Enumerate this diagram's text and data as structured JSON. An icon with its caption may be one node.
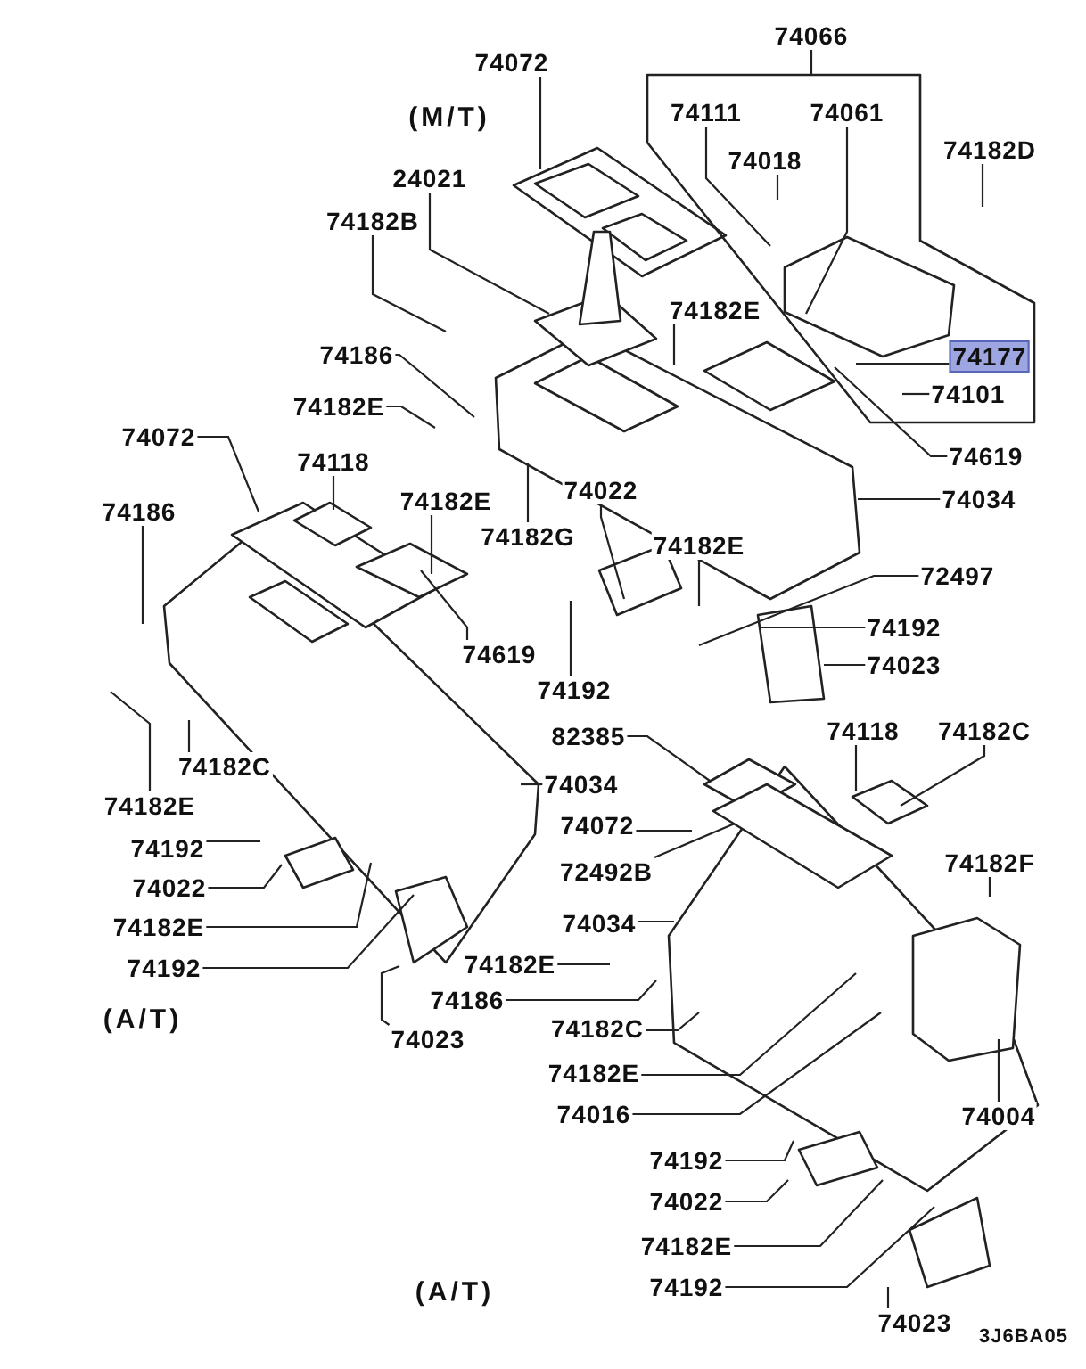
{
  "diagram": {
    "nodes": [
      {
        "text": [
          "74066"
        ]
      },
      {
        "text": [
          "74072"
        ]
      },
      {
        "text": [
          "74111"
        ]
      },
      {
        "text": [
          "74061"
        ]
      },
      {
        "text": [
          "74018"
        ]
      },
      {
        "text": [
          "74182D"
        ]
      },
      {
        "text": [
          "24021"
        ]
      },
      {
        "text": [
          "74182B"
        ]
      },
      {
        "text": [
          "74182E"
        ]
      },
      {
        "text": [
          "74186"
        ]
      },
      {
        "text": [
          "74177"
        ]
      },
      {
        "text": [
          "74182E"
        ]
      },
      {
        "text": [
          "74101"
        ]
      },
      {
        "text": [
          "74619"
        ]
      },
      {
        "text": [
          "74072"
        ]
      },
      {
        "text": [
          "74118"
        ]
      },
      {
        "text": [
          "74182E"
        ]
      },
      {
        "text": [
          "74022"
        ]
      },
      {
        "text": [
          "74034"
        ]
      },
      {
        "text": [
          "74186"
        ]
      },
      {
        "text": [
          "74182G"
        ]
      },
      {
        "text": [
          "74182E"
        ]
      },
      {
        "text": [
          "72497"
        ]
      },
      {
        "text": [
          "74619"
        ]
      },
      {
        "text": [
          "74192"
        ]
      },
      {
        "text": [
          "74192"
        ]
      },
      {
        "text": [
          "74023"
        ]
      },
      {
        "text": [
          "74182C"
        ]
      },
      {
        "text": [
          "82385"
        ]
      },
      {
        "text": [
          "74118"
        ]
      },
      {
        "text": [
          "74182C"
        ]
      },
      {
        "text": [
          "74182E"
        ]
      },
      {
        "text": [
          "74034"
        ]
      },
      {
        "text": [
          "74192"
        ]
      },
      {
        "text": [
          "74072"
        ]
      },
      {
        "text": [
          "74182F"
        ]
      },
      {
        "text": [
          "74022"
        ]
      },
      {
        "text": [
          "72492B"
        ]
      },
      {
        "text": [
          "74182E"
        ]
      },
      {
        "text": [
          "74034"
        ]
      },
      {
        "text": [
          "74192"
        ]
      },
      {
        "text": [
          "74182E"
        ]
      },
      {
        "text": [
          "74186"
        ]
      },
      {
        "text": [
          "74182C"
        ]
      },
      {
        "text": [
          "74023"
        ]
      },
      {
        "text": [
          "74182E"
        ]
      },
      {
        "text": [
          "74016"
        ]
      },
      {
        "text": [
          "74004"
        ]
      },
      {
        "text": [
          "74192"
        ]
      },
      {
        "text": [
          "74022"
        ]
      },
      {
        "text": [
          "74182E"
        ]
      },
      {
        "text": [
          "74192"
        ]
      },
      {
        "text": [
          "74023"
        ]
      }
    ],
    "edges": [
      {
        "from": 0,
        "to": null,
        "arrow": "none"
      },
      {
        "from": 1,
        "to": null,
        "arrow": "none"
      },
      {
        "from": 2,
        "to": null,
        "arrow": "none"
      },
      {
        "from": 3,
        "to": null,
        "arrow": "none"
      },
      {
        "from": 4,
        "to": null,
        "arrow": "none"
      },
      {
        "from": 5,
        "to": null,
        "arrow": "none"
      },
      {
        "from": 6,
        "to": null,
        "arrow": "none"
      },
      {
        "from": 7,
        "to": null,
        "arrow": "none"
      },
      {
        "from": 8,
        "to": null,
        "arrow": "none"
      },
      {
        "from": 9,
        "to": null,
        "arrow": "none"
      },
      {
        "from": 10,
        "to": null,
        "arrow": "none"
      },
      {
        "from": 11,
        "to": null,
        "arrow": "none"
      },
      {
        "from": 12,
        "to": null,
        "arrow": "none"
      },
      {
        "from": 13,
        "to": null,
        "arrow": "none"
      },
      {
        "from": 14,
        "to": null,
        "arrow": "none"
      },
      {
        "from": 15,
        "to": null,
        "arrow": "none"
      },
      {
        "from": 16,
        "to": null,
        "arrow": "none"
      },
      {
        "from": 17,
        "to": null,
        "arrow": "none"
      },
      {
        "from": 18,
        "to": null,
        "arrow": "none"
      },
      {
        "from": 19,
        "to": null,
        "arrow": "none"
      },
      {
        "from": 20,
        "to": null,
        "arrow": "none"
      },
      {
        "from": 21,
        "to": null,
        "arrow": "none"
      },
      {
        "from": 22,
        "to": null,
        "arrow": "none"
      },
      {
        "from": 23,
        "to": null,
        "arrow": "none"
      },
      {
        "from": 24,
        "to": null,
        "arrow": "none"
      },
      {
        "from": 25,
        "to": null,
        "arrow": "none"
      },
      {
        "from": 26,
        "to": null,
        "arrow": "none"
      },
      {
        "from": 27,
        "to": null,
        "arrow": "none"
      },
      {
        "from": 28,
        "to": null,
        "arrow": "none"
      },
      {
        "from": 29,
        "to": null,
        "arrow": "none"
      },
      {
        "from": 30,
        "to": null,
        "arrow": "none"
      },
      {
        "from": 31,
        "to": null,
        "arrow": "none"
      },
      {
        "from": 32,
        "to": null,
        "arrow": "none"
      },
      {
        "from": 33,
        "to": null,
        "arrow": "none"
      },
      {
        "from": 34,
        "to": null,
        "arrow": "none"
      },
      {
        "from": 35,
        "to": null,
        "arrow": "none"
      },
      {
        "from": 36,
        "to": null,
        "arrow": "none"
      },
      {
        "from": 37,
        "to": null,
        "arrow": "none"
      },
      {
        "from": 38,
        "to": null,
        "arrow": "none"
      },
      {
        "from": 39,
        "to": null,
        "arrow": "none"
      },
      {
        "from": 40,
        "to": null,
        "arrow": "none"
      },
      {
        "from": 41,
        "to": null,
        "arrow": "none"
      },
      {
        "from": 42,
        "to": null,
        "arrow": "none"
      },
      {
        "from": 43,
        "to": null,
        "arrow": "none"
      },
      {
        "from": 44,
        "to": null,
        "arrow": "none"
      },
      {
        "from": 45,
        "to": null,
        "arrow": "none"
      },
      {
        "from": 46,
        "to": null,
        "arrow": "none"
      },
      {
        "from": 47,
        "to": null,
        "arrow": "none"
      },
      {
        "from": 48,
        "to": null,
        "arrow": "none"
      },
      {
        "from": 49,
        "to": null,
        "arrow": "none"
      },
      {
        "from": 50,
        "to": null,
        "arrow": "none"
      },
      {
        "from": 51,
        "to": null,
        "arrow": "none"
      },
      {
        "from": 52,
        "to": null,
        "arrow": "none"
      }
    ],
    "labels": [
      "(M/T)",
      "(A/T)",
      "(A/T)",
      "3J6BA05"
    ]
  }
}
